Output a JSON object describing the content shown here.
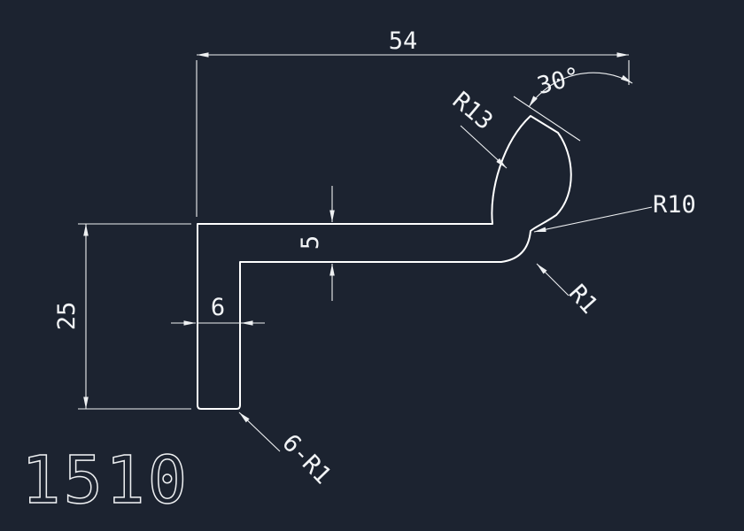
{
  "canvas": {
    "background": "#1c2330",
    "line_color": "#ffffff"
  },
  "part_label": "1510",
  "dimensions": {
    "overall_width": "54",
    "tip_angle": "30°",
    "hook_outer_radius": "R13",
    "hook_inner_radius": "R10",
    "arm_thickness": "5",
    "leg_height": "25",
    "leg_width": "6",
    "root_fillet": "R1",
    "corner_fillets": "6-R1"
  }
}
